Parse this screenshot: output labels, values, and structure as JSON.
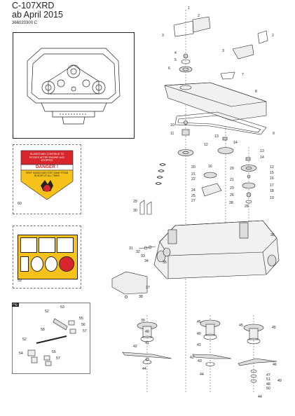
{
  "header": {
    "model": "C-107XRD",
    "date": "ab April 2015",
    "part_number": "366020300 C"
  },
  "labels": {
    "danger_top_text": "BLADES MAY CONTINUE TO ROTATE AFTER ENGINE HAS STOPPED",
    "danger_word": "DANGER !",
    "danger_bottom_text": "KEEP HANDS AND FEET AWAY FROM BLADES AT ALL TIMES",
    "fig_a": "Fig. A"
  },
  "callouts": [
    "1",
    "2",
    "2",
    "3",
    "3",
    "4",
    "5",
    "6",
    "7",
    "8",
    "9",
    "10",
    "11",
    "12",
    "12",
    "13",
    "13",
    "14",
    "14",
    "15",
    "16",
    "16",
    "17",
    "18",
    "19",
    "20",
    "20",
    "21",
    "21",
    "22",
    "23",
    "24",
    "25",
    "26",
    "27",
    "28",
    "28",
    "29",
    "30",
    "31",
    "32",
    "33",
    "34",
    "35",
    "36",
    "37",
    "38",
    "39",
    "40",
    "40",
    "41",
    "41",
    "42",
    "42",
    "43",
    "43",
    "44",
    "44",
    "44",
    "45",
    "45",
    "45",
    "46",
    "47",
    "48",
    "49",
    "50",
    "51",
    "52",
    "52",
    "53",
    "54",
    "55",
    "55",
    "56",
    "57",
    "57",
    "58",
    "59",
    "60"
  ],
  "colors": {
    "danger_red": "#d8262b",
    "warning_yellow": "#f6c21a",
    "line": "#222222"
  }
}
